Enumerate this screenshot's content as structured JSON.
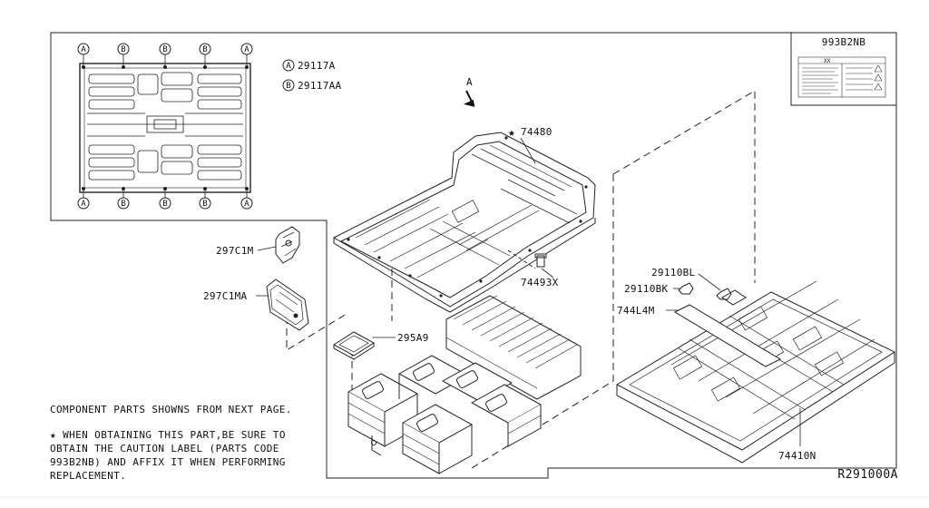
{
  "callout_a_marker": "A",
  "callout_b_marker": "B",
  "legend": [
    {
      "marker": "A",
      "part": "29117A"
    },
    {
      "marker": "B",
      "part": "29117AA"
    }
  ],
  "view_arrow_label": "A",
  "label_box_title": "993B2NB",
  "label_box_inner": "XX",
  "parts": {
    "p74480": "74480",
    "p74493x": "74493X",
    "p297c1m": "297C1M",
    "p297c1ma": "297C1MA",
    "p295a9": "295A9",
    "p29110bl": "29110BL",
    "p29110bk": "29110BK",
    "p744l4m": "744L4M",
    "p74410n": "74410N"
  },
  "notes": {
    "line1": "COMPONENT PARTS SHOWNS FROM NEXT PAGE.",
    "line2": "WHEN OBTAINING THIS PART,BE SURE TO",
    "line3": "OBTAIN THE CAUTION LABEL (PARTS CODE",
    "line4": "993B2NB) AND AFFIX IT WHEN PERFORMING",
    "line5": "REPLACEMENT."
  },
  "star_glyph": "★",
  "diagram_code": "R291000A"
}
